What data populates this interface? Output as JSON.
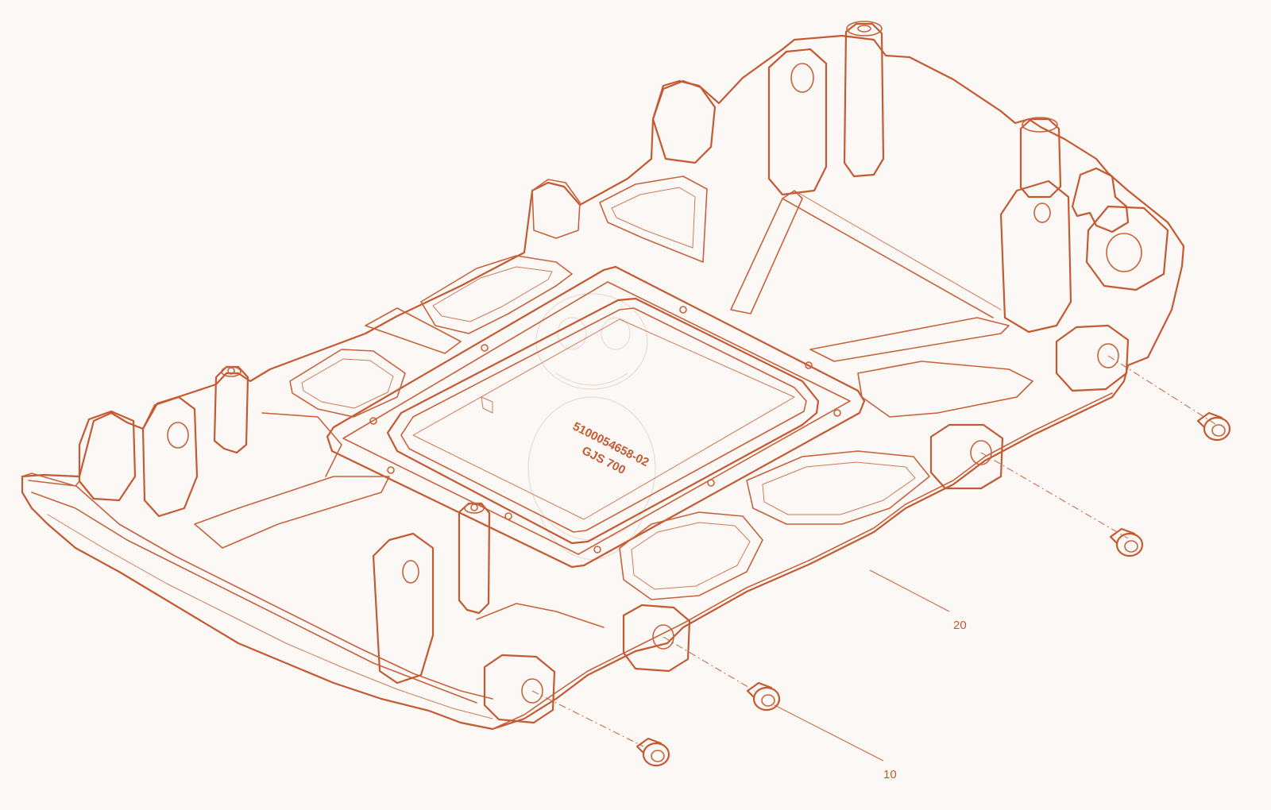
{
  "drawing": {
    "line_color": "#c8623c",
    "background_color": "#fbf8f5",
    "engraving": {
      "part_number": "5100054658-02",
      "material": "GJS 700"
    },
    "callouts": [
      {
        "label": "20"
      },
      {
        "label": "10"
      }
    ]
  }
}
